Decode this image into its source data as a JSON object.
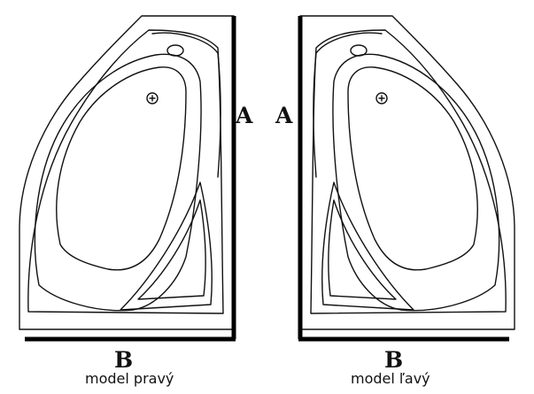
{
  "dimension_labels": {
    "a_left": "A",
    "a_right": "A",
    "b_left": "B",
    "b_right": "B"
  },
  "models": {
    "left_label": "model pravý",
    "right_label": "model ľavý"
  },
  "colors": {
    "line": "#111111",
    "wall": "#000000",
    "background": "#ffffff"
  }
}
